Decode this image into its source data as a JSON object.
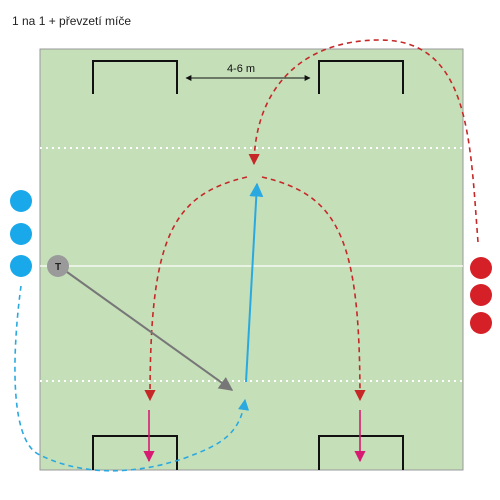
{
  "title": "1 na 1 + převzetí míče",
  "distance_label": "4-6 m",
  "coach_label": "T",
  "colors": {
    "field": "#c5dfb9",
    "field_border": "#9a9a9a",
    "line": "#ffffff",
    "goal": "#111111",
    "team_blue": "#19a8ea",
    "team_red": "#d62027",
    "coach": "#9a9a9a",
    "run_red": "#c62828",
    "pass_blue": "#29a9e0",
    "coach_pass": "#777777",
    "shot": "#d81b72"
  }
}
